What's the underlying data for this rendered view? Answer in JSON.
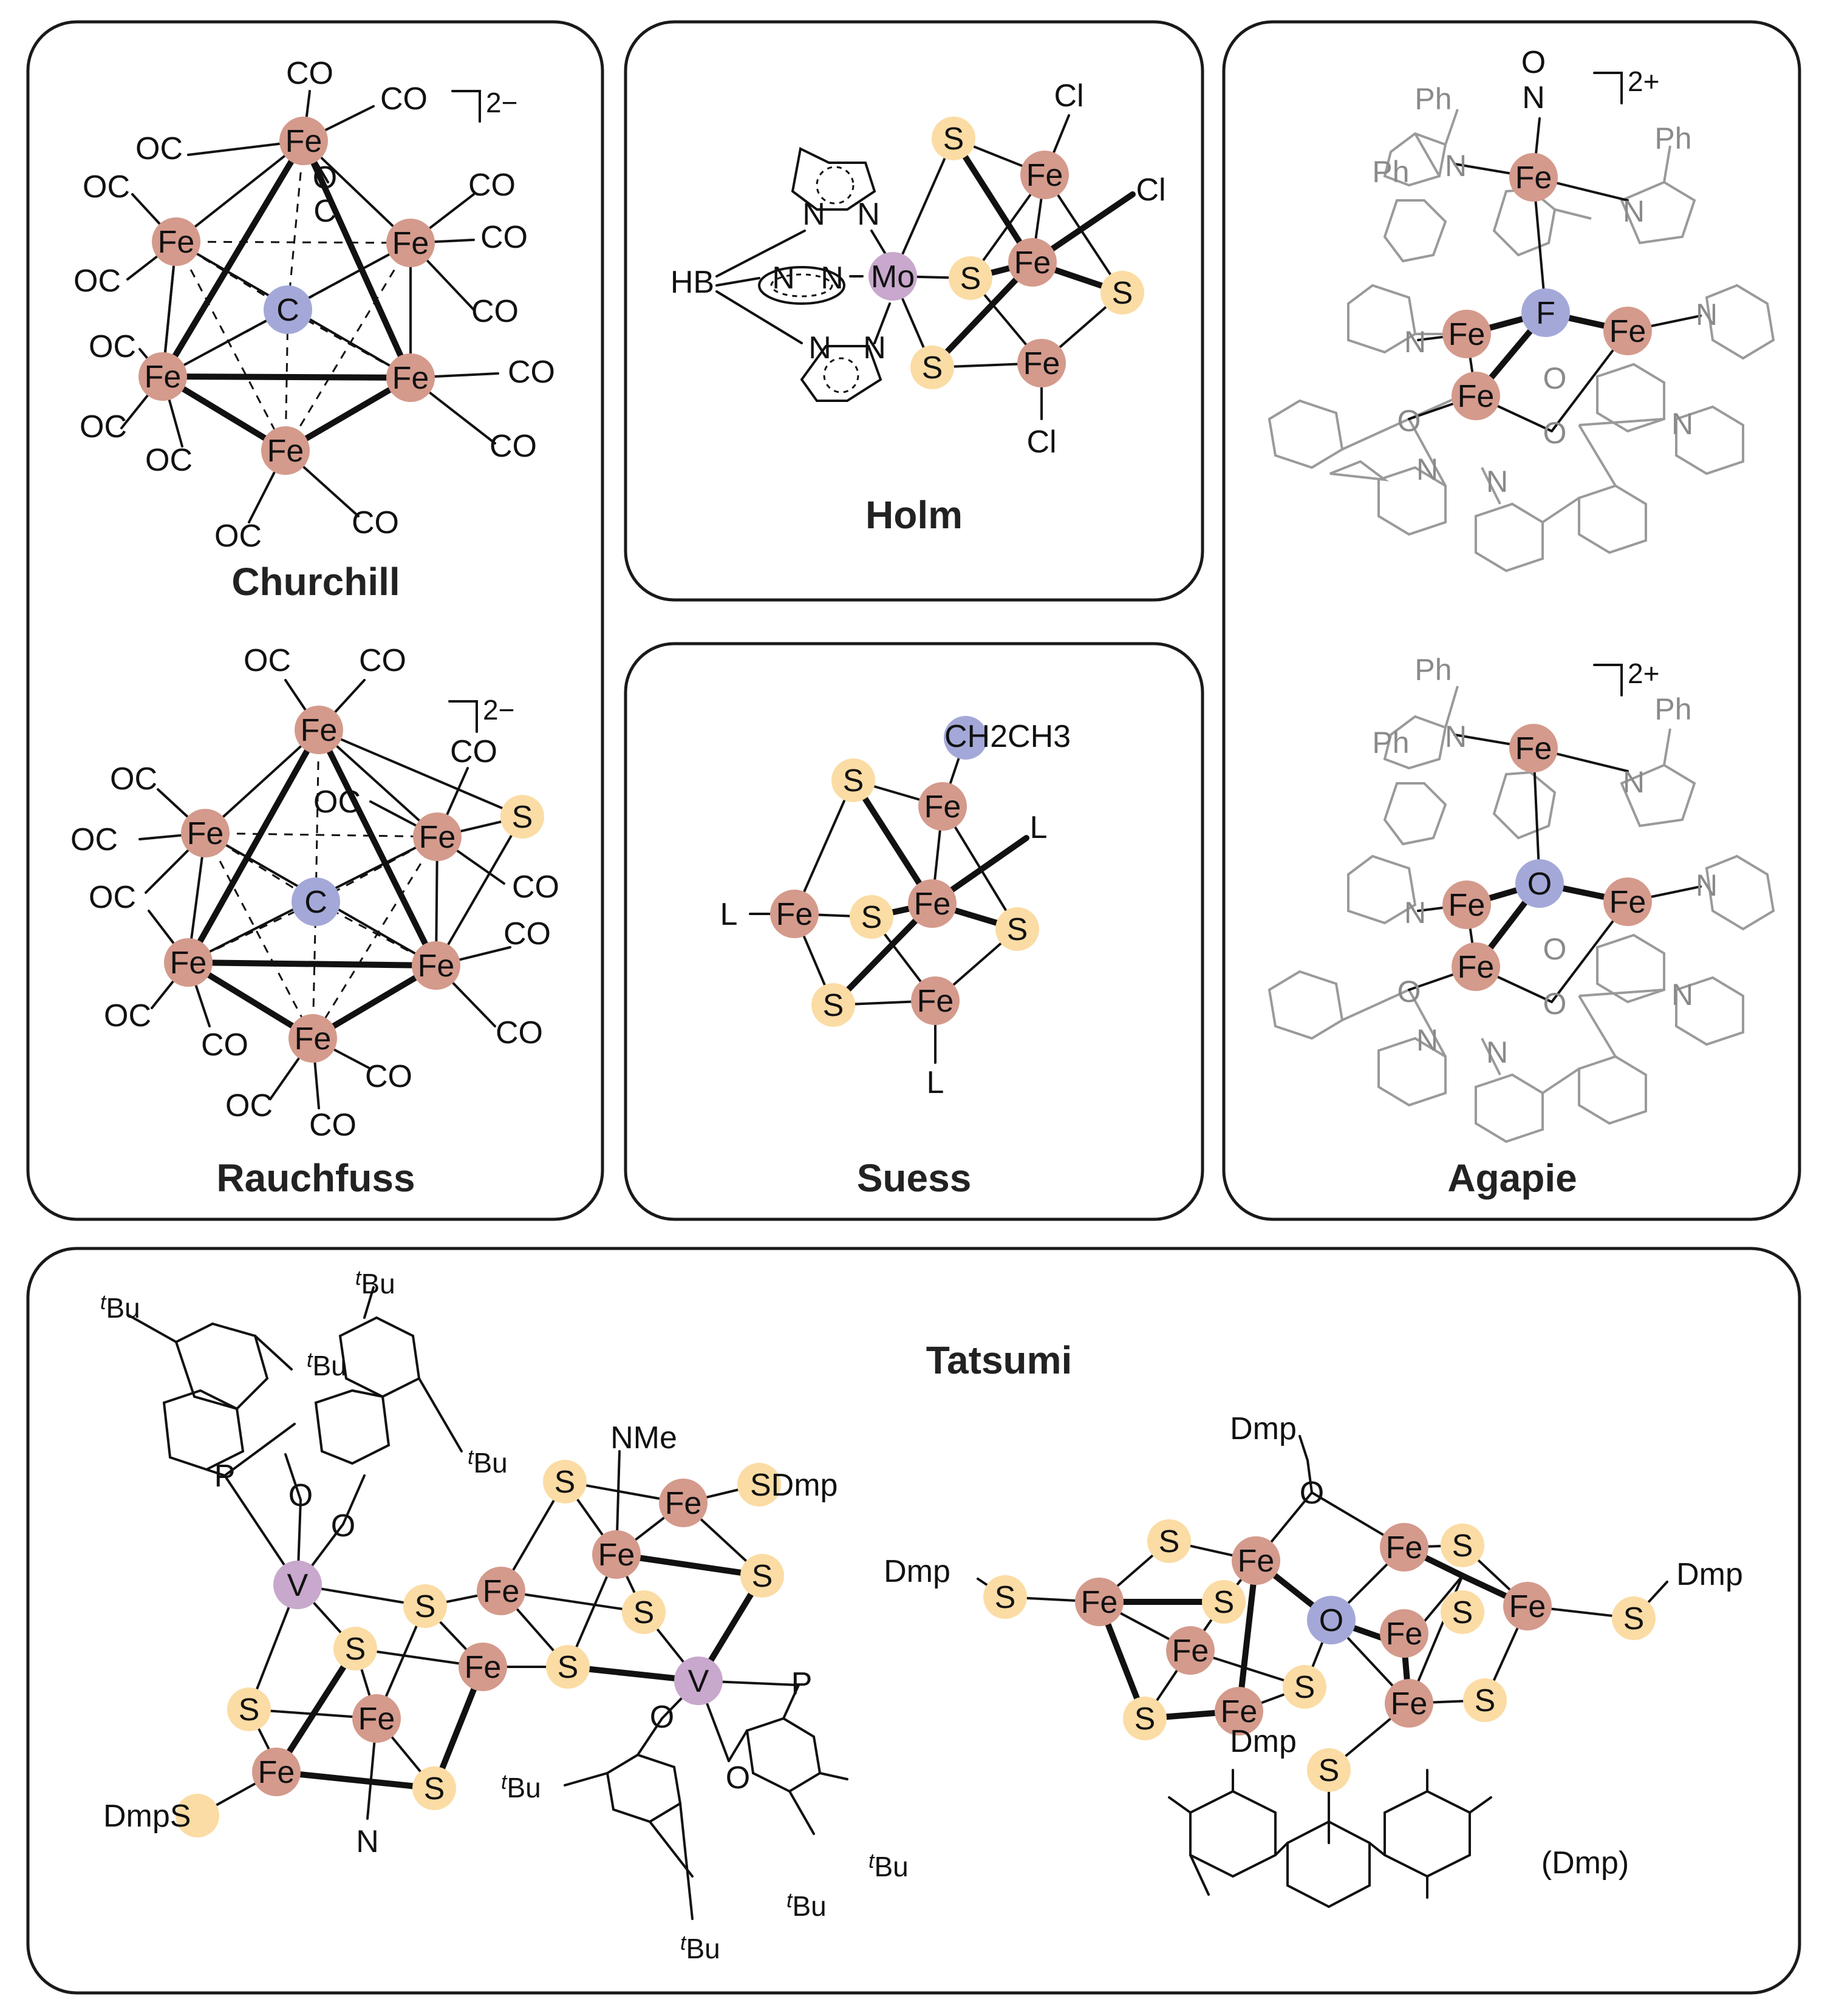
{
  "colors": {
    "fe": "#d49a8c",
    "s": "#fbdca4",
    "center": "#a4a8d8",
    "mo_v": "#c8a8cc",
    "ligand_gray": "#9a9a9a"
  },
  "panels": {
    "churchill": {
      "title": "Churchill",
      "charge": "2−",
      "labels": {
        "fe": "Fe",
        "c": "C",
        "co": "CO",
        "oc": "OC",
        "o": "O"
      }
    },
    "rauchfuss": {
      "title": "Rauchfuss",
      "charge": "2−",
      "labels": {
        "fe": "Fe",
        "c": "C",
        "s": "S",
        "co": "CO",
        "oc": "OC"
      }
    },
    "holm": {
      "title": "Holm",
      "labels": {
        "fe": "Fe",
        "mo": "Mo",
        "s": "S",
        "cl": "Cl",
        "hb": "HB",
        "n": "N"
      }
    },
    "suess": {
      "title": "Suess",
      "labels": {
        "fe": "Fe",
        "s": "S",
        "l": "L",
        "ethyl": "CH2CH3"
      }
    },
    "agapie": {
      "title": "Agapie",
      "charge": "2+",
      "labels": {
        "fe": "Fe",
        "f": "F",
        "o": "O",
        "n": "N",
        "ph": "Ph",
        "no_o": "O",
        "no_n": "N"
      }
    },
    "tatsumi": {
      "title": "Tatsumi",
      "dmp_label": "(Dmp)",
      "labels": {
        "fe": "Fe",
        "s": "S",
        "v": "V",
        "p": "P",
        "o": "O",
        "n": "N",
        "tbu": "Bu",
        "t": "t",
        "nme": "NMe",
        "sdmp": "SDmp",
        "dmps": "DmpS",
        "dmp": "Dmp"
      }
    }
  }
}
